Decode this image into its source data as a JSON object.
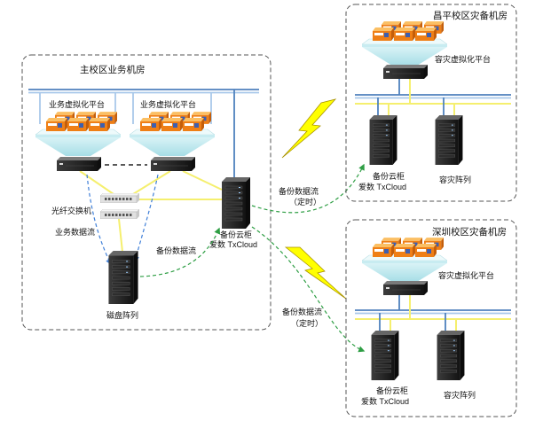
{
  "main_room": {
    "title": "主校区业务机房",
    "platforms": [
      {
        "label": "业务虚拟化平台"
      },
      {
        "label": "业务虚拟化平台"
      }
    ],
    "fiber_switch_label": "光纤交换机",
    "business_flow_label": "业务数据流",
    "backup_flow_label": "备份数据流",
    "disk_array_label": "磁盘阵列",
    "cloud_cabinet": {
      "label": "备份云柜",
      "product": "爱数 TxCloud"
    }
  },
  "dr_rooms": [
    {
      "title": "昌平校区灾备机房",
      "platform_label": "容灾虚拟化平台",
      "cloud_cabinet": {
        "label": "备份云柜",
        "product": "爱数 TxCloud"
      },
      "dr_array_label": "容灾阵列"
    },
    {
      "title": "深圳校区灾备机房",
      "platform_label": "容灾虚拟化平台",
      "cloud_cabinet": {
        "label": "备份云柜",
        "product": "爱数 TxCloud"
      },
      "dr_array_label": "容灾阵列"
    }
  ],
  "backup_links": [
    {
      "label": "备份数据流",
      "schedule": "（定时）"
    },
    {
      "label": "备份数据流",
      "schedule": "（定时）"
    }
  ],
  "colors": {
    "backup_flow": "#2e9e44",
    "business_flow": "#3f7fd8",
    "network_blue": "#4f81bd",
    "network_yellow": "#f5ef6e",
    "lightning": "#ffff00"
  }
}
